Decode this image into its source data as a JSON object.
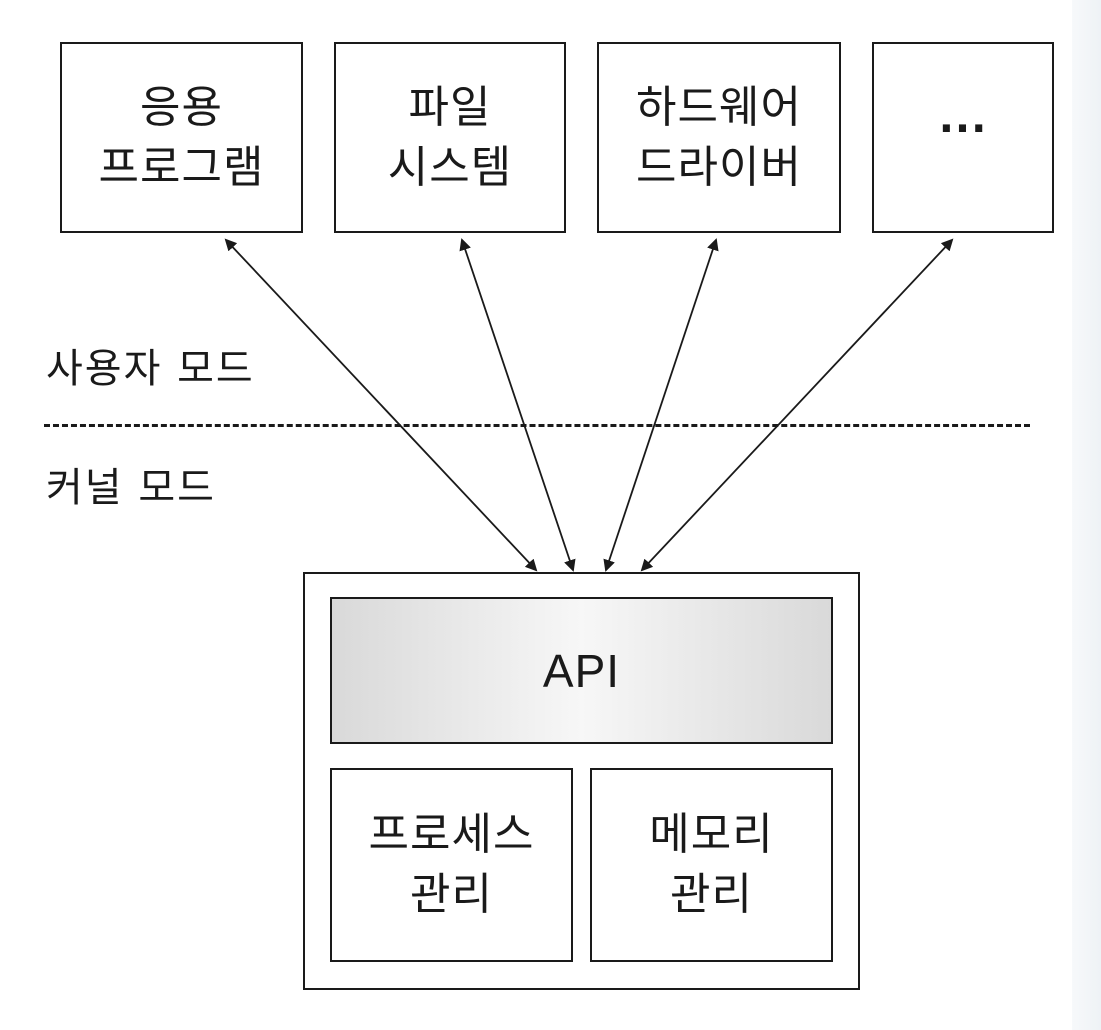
{
  "user_components": [
    {
      "line1": "응용",
      "line2": "프로그램"
    },
    {
      "line1": "파일",
      "line2": "시스템"
    },
    {
      "line1": "하드웨어",
      "line2": "드라이버"
    },
    {
      "line1": "..."
    }
  ],
  "modes": {
    "user": "사용자 모드",
    "kernel": "커널 모드"
  },
  "kernel": {
    "api": "API",
    "process": {
      "line1": "프로세스",
      "line2": "관리"
    },
    "memory": {
      "line1": "메모리",
      "line2": "관리"
    }
  }
}
